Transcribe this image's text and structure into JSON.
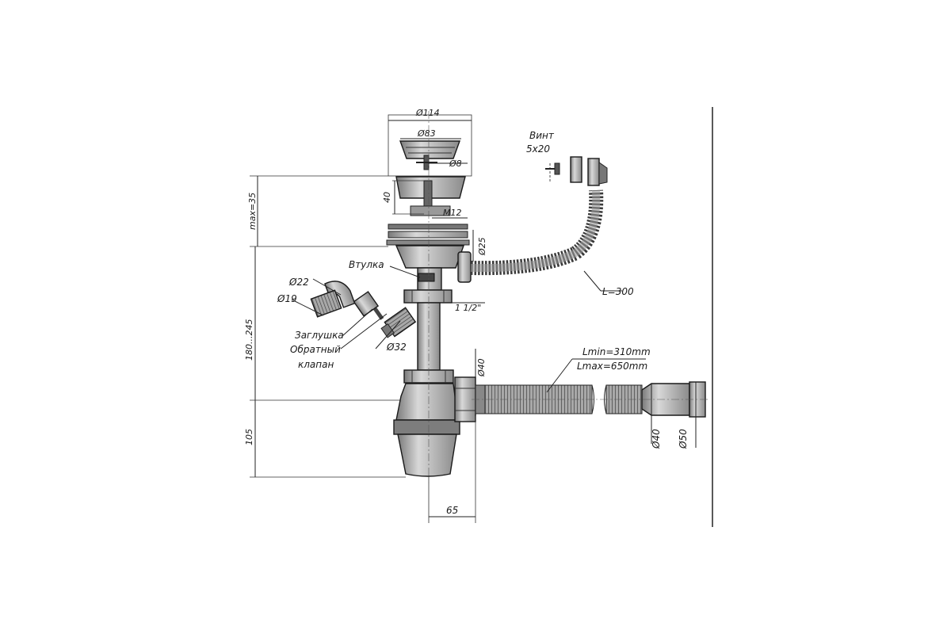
{
  "dimensions": {
    "d114": "Ø114",
    "d83": "Ø83",
    "d8": "Ø8",
    "h40": "40",
    "m12": "M12",
    "max35": "max=35",
    "d25": "Ø25",
    "range180_245": "180...245",
    "h105": "105",
    "w65": "65",
    "d22": "Ø22",
    "d19": "Ø19",
    "d32": "Ø32",
    "d40_vert": "Ø40",
    "d40_pipe": "Ø40",
    "d50_pipe": "Ø50",
    "thread": "1 1/2\"",
    "l300": "L=300",
    "lmin": "Lmin=310mm",
    "lmax": "Lmax=650mm"
  },
  "labels": {
    "vint_line1": "Винт",
    "vint_line2": "5x20",
    "vtulka": "Втулка",
    "zaglushka": "Заглушка",
    "obratny_line1": "Обратный",
    "obratny_line2": "клапан"
  },
  "colors": {
    "line": "#1a1a1a",
    "part_fill": "#b9b9b9",
    "part_dark": "#6f6f6f",
    "hose_fill": "#9d9d9d"
  }
}
